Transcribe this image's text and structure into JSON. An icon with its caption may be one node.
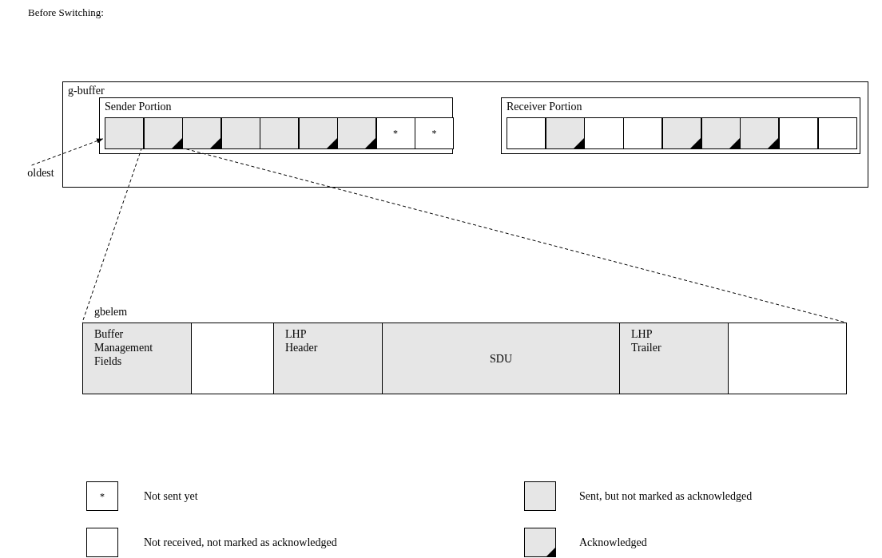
{
  "diagram": {
    "title": "Before Switching:",
    "nodes": [
      {
        "text": [
          "g-buffer"
        ]
      },
      {
        "text": [
          "Sender Portion"
        ],
        "in": 0
      },
      {
        "text": [],
        "shape": "box",
        "in": 1
      },
      {
        "text": [],
        "shape": "box",
        "in": 1
      },
      {
        "text": [],
        "shape": "box",
        "in": 1
      },
      {
        "text": [],
        "shape": "box",
        "in": 1
      },
      {
        "text": [],
        "shape": "box",
        "in": 1
      },
      {
        "text": [],
        "shape": "box",
        "in": 1
      },
      {
        "text": [],
        "shape": "box",
        "in": 1
      },
      {
        "text": [
          "*"
        ],
        "in": 1
      },
      {
        "text": [
          "*"
        ],
        "in": 1
      },
      {
        "text": [
          "Receiver Portion"
        ],
        "in": 0
      },
      {
        "text": [],
        "shape": "box",
        "in": 11
      },
      {
        "text": [],
        "shape": "box",
        "in": 11
      },
      {
        "text": [],
        "shape": "box",
        "in": 11
      },
      {
        "text": [],
        "shape": "box",
        "in": 11
      },
      {
        "text": [],
        "shape": "box",
        "in": 11
      },
      {
        "text": [],
        "shape": "box",
        "in": 11
      },
      {
        "text": [],
        "shape": "box",
        "in": 11
      },
      {
        "text": [],
        "shape": "box",
        "in": 11
      },
      {
        "text": [],
        "shape": "box",
        "in": 11
      },
      {
        "text": [
          "oldest"
        ]
      },
      {
        "text": [
          "gbelem"
        ]
      },
      {
        "text": [
          "Buffer Management Fields"
        ],
        "in": 22
      },
      {
        "text": [],
        "shape": "box",
        "in": 22
      },
      {
        "text": [
          "LHP Header"
        ],
        "in": 22
      },
      {
        "text": [
          "SDU"
        ],
        "in": 22
      },
      {
        "text": [
          "LHP Trailer"
        ],
        "in": 22
      },
      {
        "text": [],
        "shape": "box",
        "in": 22
      }
    ],
    "edges": [
      {
        "from": 21,
        "to": 2,
        "arrow": "to",
        "style": "dashed"
      },
      {
        "from": 3,
        "to": 22,
        "arrow": "none",
        "style": "dashed"
      },
      {
        "from": 3,
        "to": 22,
        "arrow": "none",
        "style": "dashed"
      }
    ],
    "labels": [
      "*"
    ],
    "legend": [
      {
        "text": "Not sent yet"
      },
      {
        "text": "Sent, but not marked as acknowledged",
        "color": "#e6e6e6"
      },
      {
        "text": "Not received, not marked as acknowledged",
        "color": "#ffffff"
      },
      {
        "text": "Acknowledged",
        "color": "#e6e6e6"
      }
    ]
  }
}
